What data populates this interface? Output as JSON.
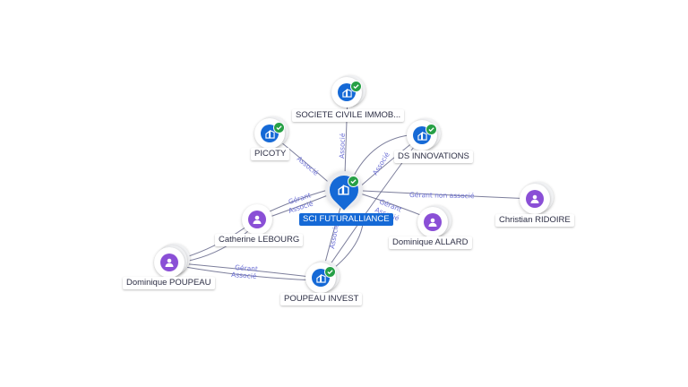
{
  "nodes": {
    "center": {
      "label": "SCI FUTURALLIANCE",
      "icon": "building-icon"
    },
    "societe": {
      "label": "SOCIETE CIVILE IMMOB..."
    },
    "picoty": {
      "label": "PICOTY"
    },
    "ds": {
      "label": "DS INNOVATIONS"
    },
    "ridoire": {
      "label": "Christian RIDOIRE"
    },
    "lebourg": {
      "label": "Catherine LEBOURG"
    },
    "allard": {
      "label": "Dominique ALLARD"
    },
    "poupeau": {
      "label": "Dominique POUPEAU"
    },
    "poupeau_invest": {
      "label": "POUPEAU INVEST"
    }
  },
  "edges": [
    {
      "id": "e-picoty",
      "label": "Associé"
    },
    {
      "id": "e-societe",
      "label": "Associé"
    },
    {
      "id": "e-ds",
      "label": "Associé"
    },
    {
      "id": "e-ridoire",
      "label": "Gérant non associé"
    },
    {
      "id": "e-allard-1",
      "label": "Gérant"
    },
    {
      "id": "e-allard-2",
      "label": "Associé"
    },
    {
      "id": "e-lebourg-1",
      "label": "Gérant"
    },
    {
      "id": "e-lebourg-2",
      "label": "Associé"
    },
    {
      "id": "e-poupeau-invest",
      "label": "Associé"
    },
    {
      "id": "e-poupeau-1",
      "label": "Gérant"
    },
    {
      "id": "e-poupeau-2",
      "label": "Associé"
    }
  ],
  "colors": {
    "company": "#1569d6",
    "person": "#8a4fd6",
    "verified": "#27a046",
    "edge_label": "#6b6fd6"
  }
}
